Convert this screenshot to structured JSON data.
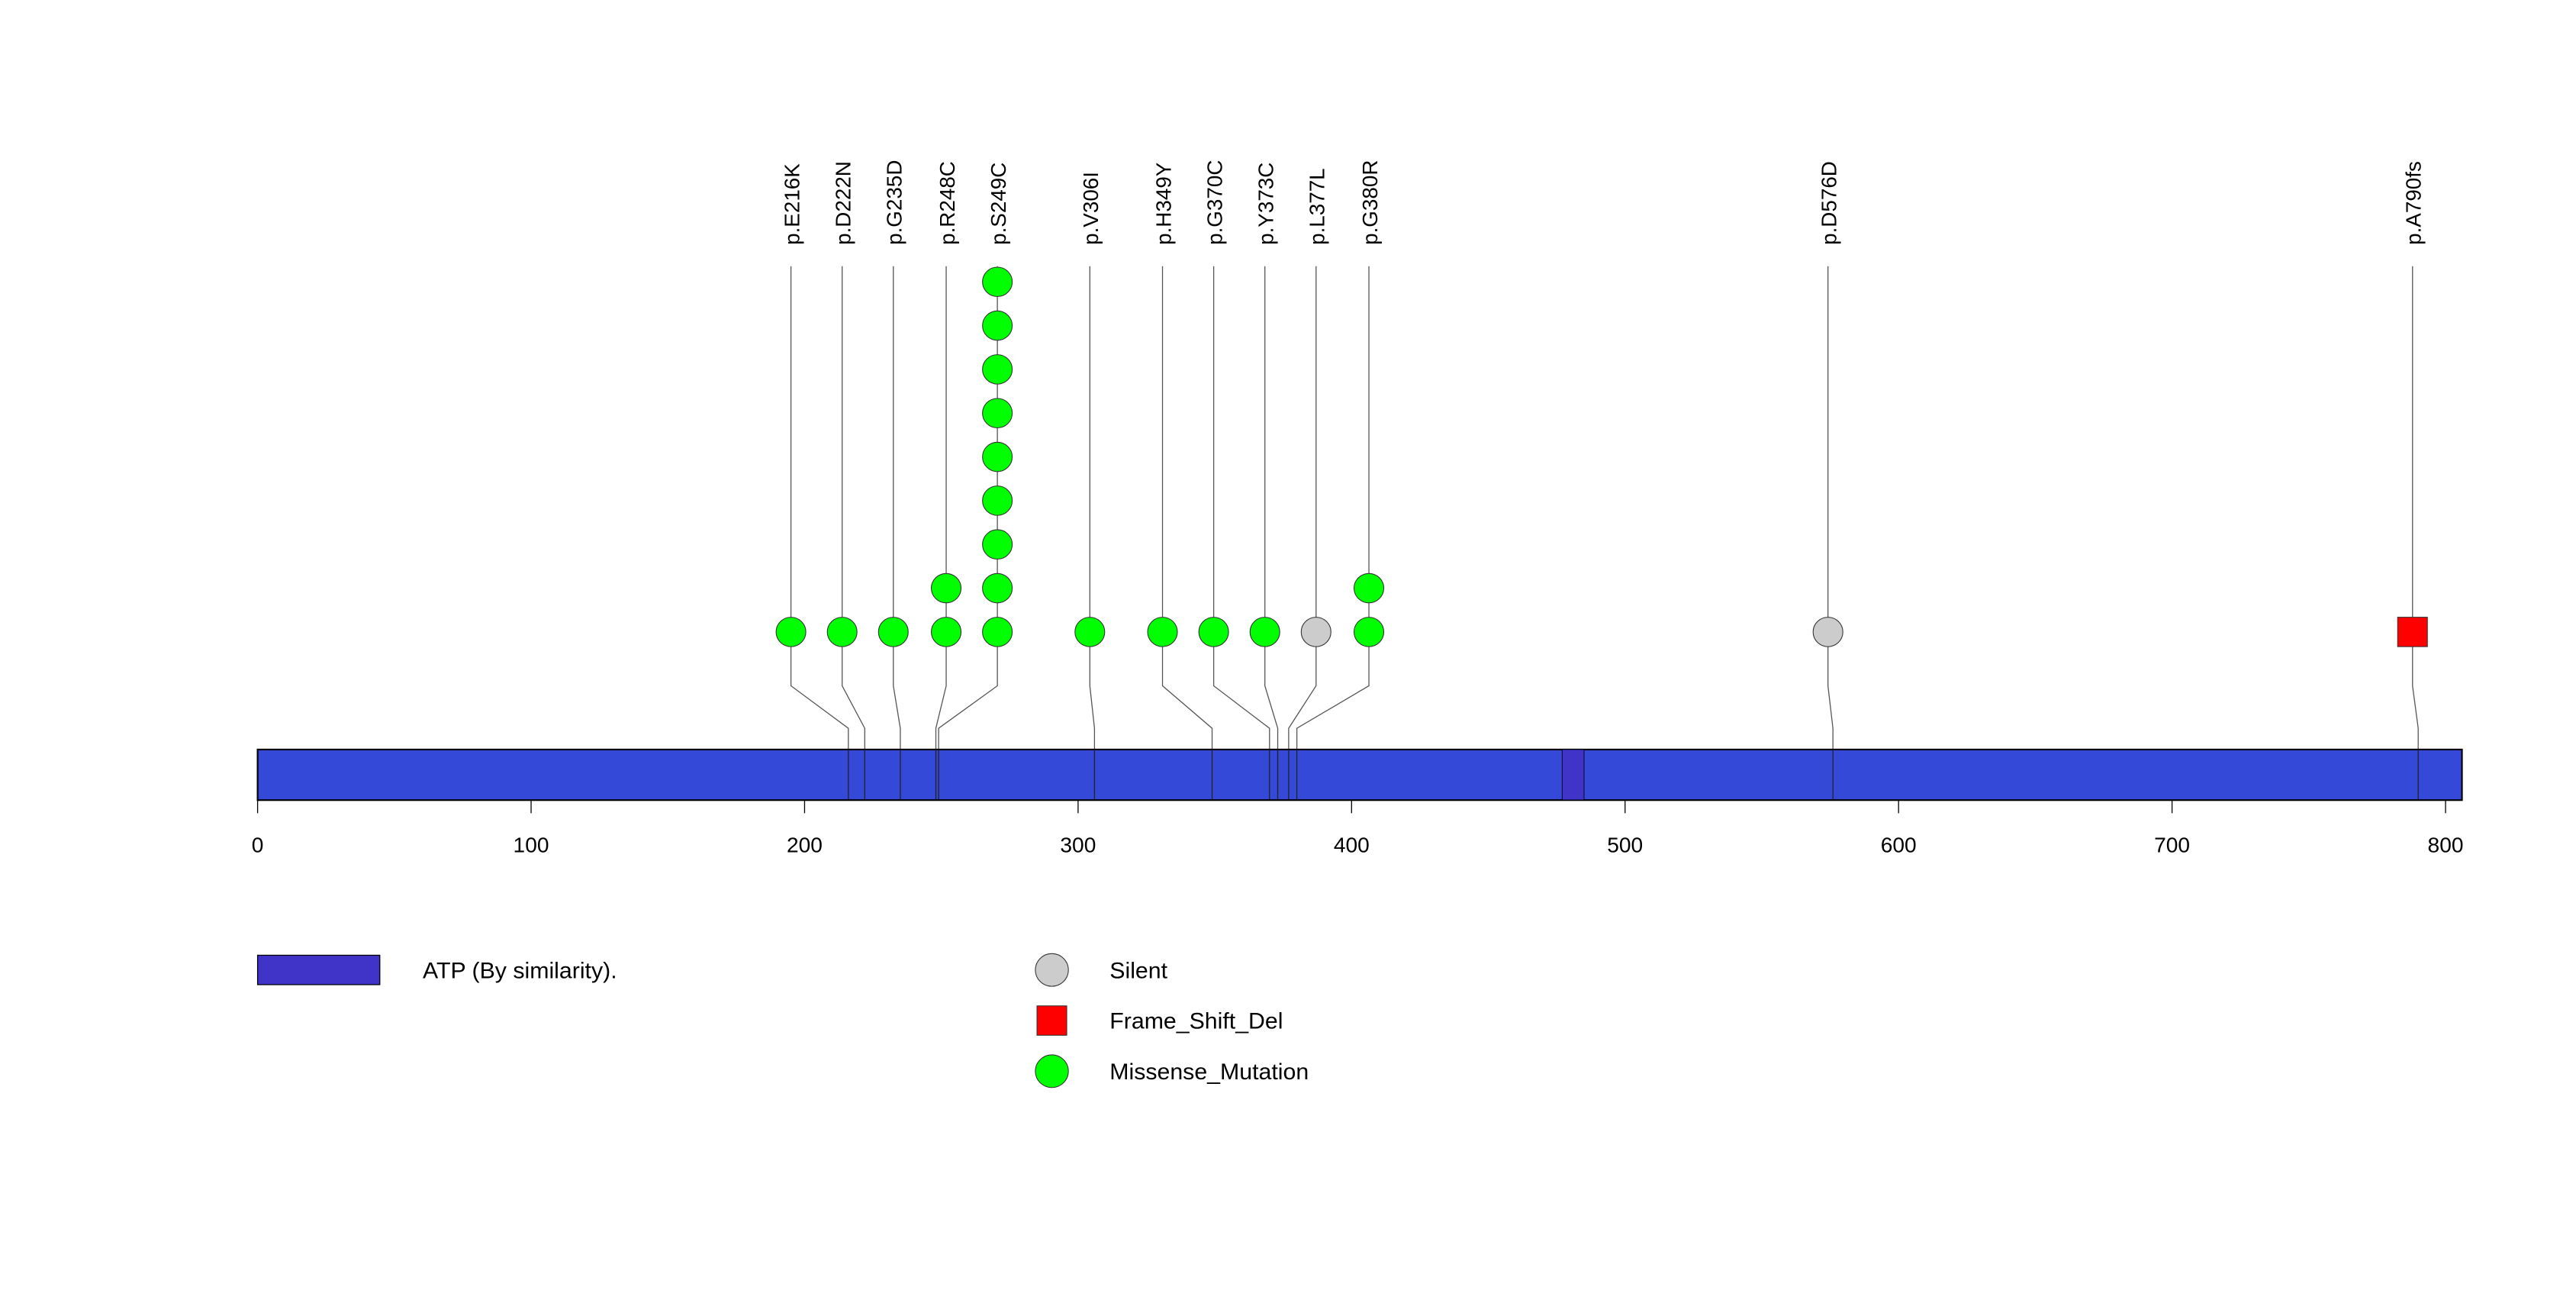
{
  "chart_data": {
    "type": "lollipop",
    "protein_length": 806,
    "xlim": [
      0,
      806
    ],
    "x_ticks": [
      0,
      100,
      200,
      300,
      400,
      500,
      600,
      700,
      800
    ],
    "domains": [
      {
        "name": "ATP (By similarity).",
        "start": 477,
        "end": 485,
        "color": "#4034C8"
      }
    ],
    "backbone_color": "#3549D9",
    "mutations": [
      {
        "label": "p.E216K",
        "position": 216,
        "count": 1,
        "type": "Missense_Mutation"
      },
      {
        "label": "p.D222N",
        "position": 222,
        "count": 1,
        "type": "Missense_Mutation"
      },
      {
        "label": "p.G235D",
        "position": 235,
        "count": 1,
        "type": "Missense_Mutation"
      },
      {
        "label": "p.R248C",
        "position": 248,
        "count": 2,
        "type": "Missense_Mutation"
      },
      {
        "label": "p.S249C",
        "position": 249,
        "count": 9,
        "type": "Missense_Mutation"
      },
      {
        "label": "p.V306I",
        "position": 306,
        "count": 1,
        "type": "Missense_Mutation"
      },
      {
        "label": "p.H349Y",
        "position": 349,
        "count": 1,
        "type": "Missense_Mutation"
      },
      {
        "label": "p.G370C",
        "position": 370,
        "count": 1,
        "type": "Missense_Mutation"
      },
      {
        "label": "p.Y373C",
        "position": 373,
        "count": 1,
        "type": "Missense_Mutation"
      },
      {
        "label": "p.L377L",
        "position": 377,
        "count": 1,
        "type": "Silent"
      },
      {
        "label": "p.G380R",
        "position": 380,
        "count": 2,
        "type": "Missense_Mutation"
      },
      {
        "label": "p.D576D",
        "position": 576,
        "count": 1,
        "type": "Silent"
      },
      {
        "label": "p.A790fs",
        "position": 790,
        "count": 1,
        "type": "Frame_Shift_Del"
      }
    ],
    "legend": {
      "domains": [
        {
          "label": "ATP (By similarity).",
          "color": "#4034C8"
        }
      ],
      "types": [
        {
          "label": "Silent",
          "shape": "circle",
          "color": "#CCCCCC"
        },
        {
          "label": "Frame_Shift_Del",
          "shape": "square",
          "color": "#FF0000"
        },
        {
          "label": "Missense_Mutation",
          "shape": "circle",
          "color": "#00FF00"
        }
      ]
    }
  }
}
